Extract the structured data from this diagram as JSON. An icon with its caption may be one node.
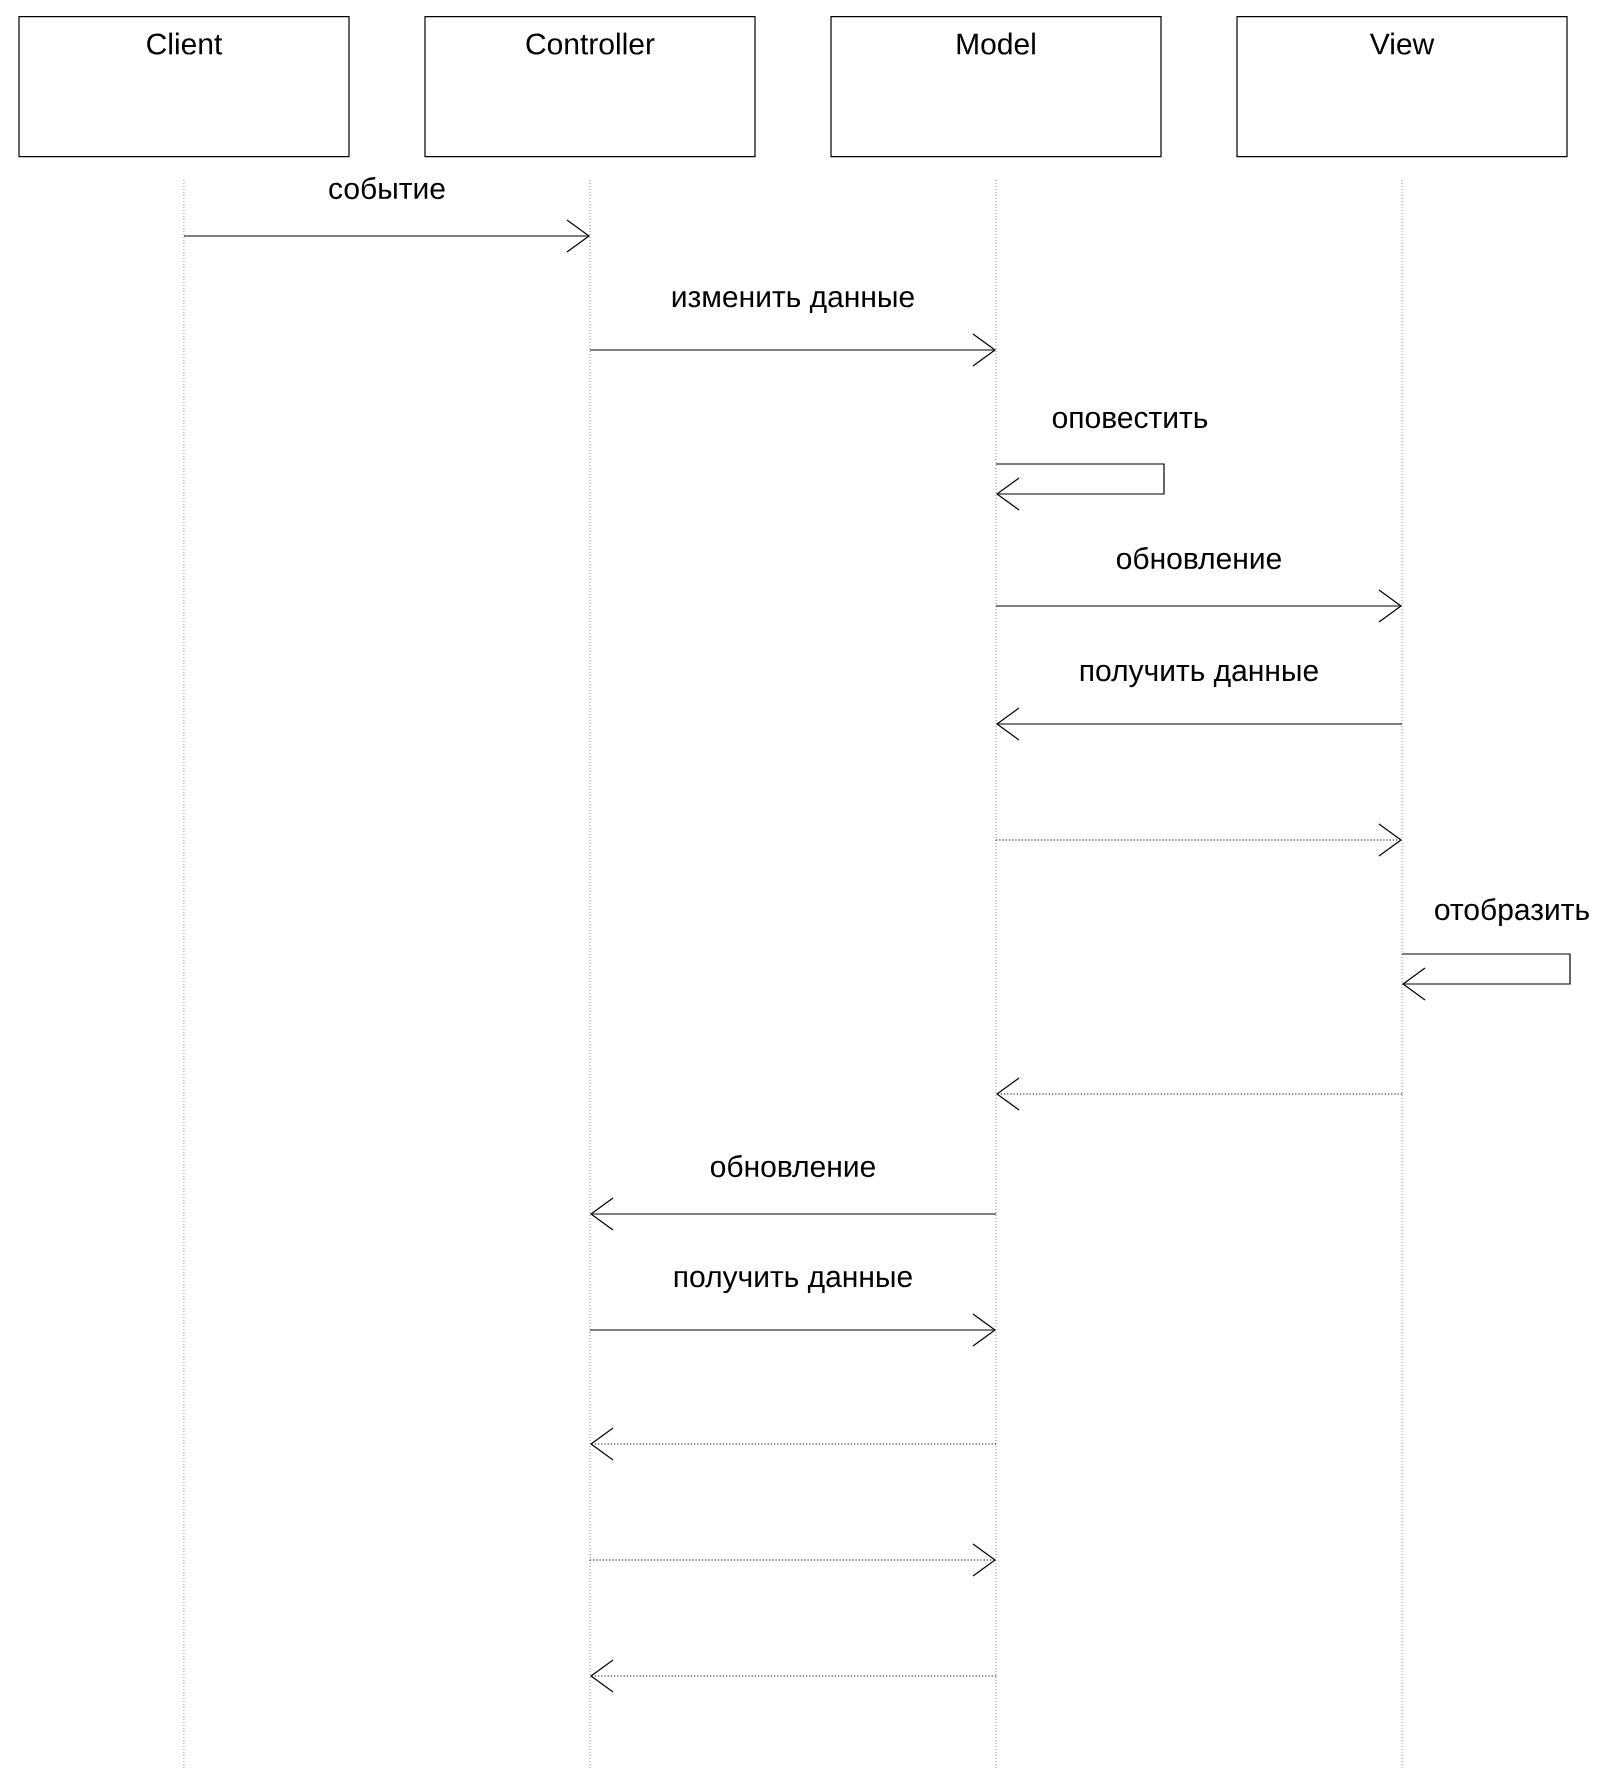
{
  "diagram": {
    "nodes": [
      {
        "text": [
          "Client"
        ]
      },
      {
        "text": [
          "Controller"
        ]
      },
      {
        "text": [
          "Model"
        ]
      },
      {
        "text": [
          "View"
        ]
      }
    ],
    "edges": [
      {
        "from": 0,
        "to": 1,
        "arrow": "to",
        "label": "событие"
      },
      {
        "from": 1,
        "to": 2,
        "arrow": "to",
        "label": "изменить данные"
      },
      {
        "from": 2,
        "to": 2,
        "arrow": "to",
        "label": "оповестить"
      },
      {
        "from": 2,
        "to": 3,
        "arrow": "to",
        "label": "обновление"
      },
      {
        "from": 3,
        "to": 2,
        "arrow": "to",
        "label": "получить данные"
      },
      {
        "from": 2,
        "to": 3,
        "arrow": "to",
        "style": "dashed"
      },
      {
        "from": 3,
        "to": 3,
        "arrow": "to",
        "label": "отобразить"
      },
      {
        "from": 3,
        "to": 2,
        "arrow": "to",
        "style": "dashed"
      },
      {
        "from": 2,
        "to": 1,
        "arrow": "to",
        "label": "обновление"
      },
      {
        "from": 1,
        "to": 2,
        "arrow": "to",
        "label": "получить данные"
      },
      {
        "from": 2,
        "to": 1,
        "arrow": "to",
        "style": "dashed"
      },
      {
        "from": 1,
        "to": 2,
        "arrow": "to",
        "style": "dashed"
      },
      {
        "from": 2,
        "to": 1,
        "arrow": "to",
        "style": "dashed"
      }
    ]
  }
}
